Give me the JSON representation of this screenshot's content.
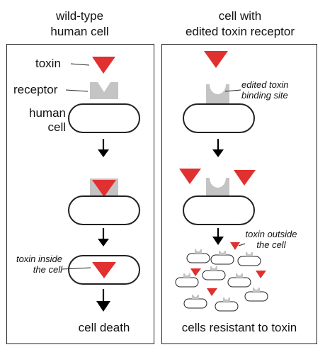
{
  "left_panel": {
    "heading_line1": "wild-type",
    "heading_line2": "human cell",
    "toxin_label": "toxin",
    "receptor_label": "receptor",
    "cell_label_line1": "human",
    "cell_label_line2": "cell",
    "toxin_inside_line1": "toxin inside",
    "toxin_inside_line2": "the cell",
    "footer": "cell death"
  },
  "right_panel": {
    "heading_line1": "cell with",
    "heading_line2": "edited toxin receptor",
    "edited_site_line1": "edited toxin",
    "edited_site_line2": "binding site",
    "toxin_outside_line1": "toxin outside",
    "toxin_outside_line2": "the cell",
    "footer": "cells resistant to toxin"
  },
  "colors": {
    "toxin": "#e03030",
    "receptor": "#c4c4c4",
    "outline": "#222222"
  }
}
